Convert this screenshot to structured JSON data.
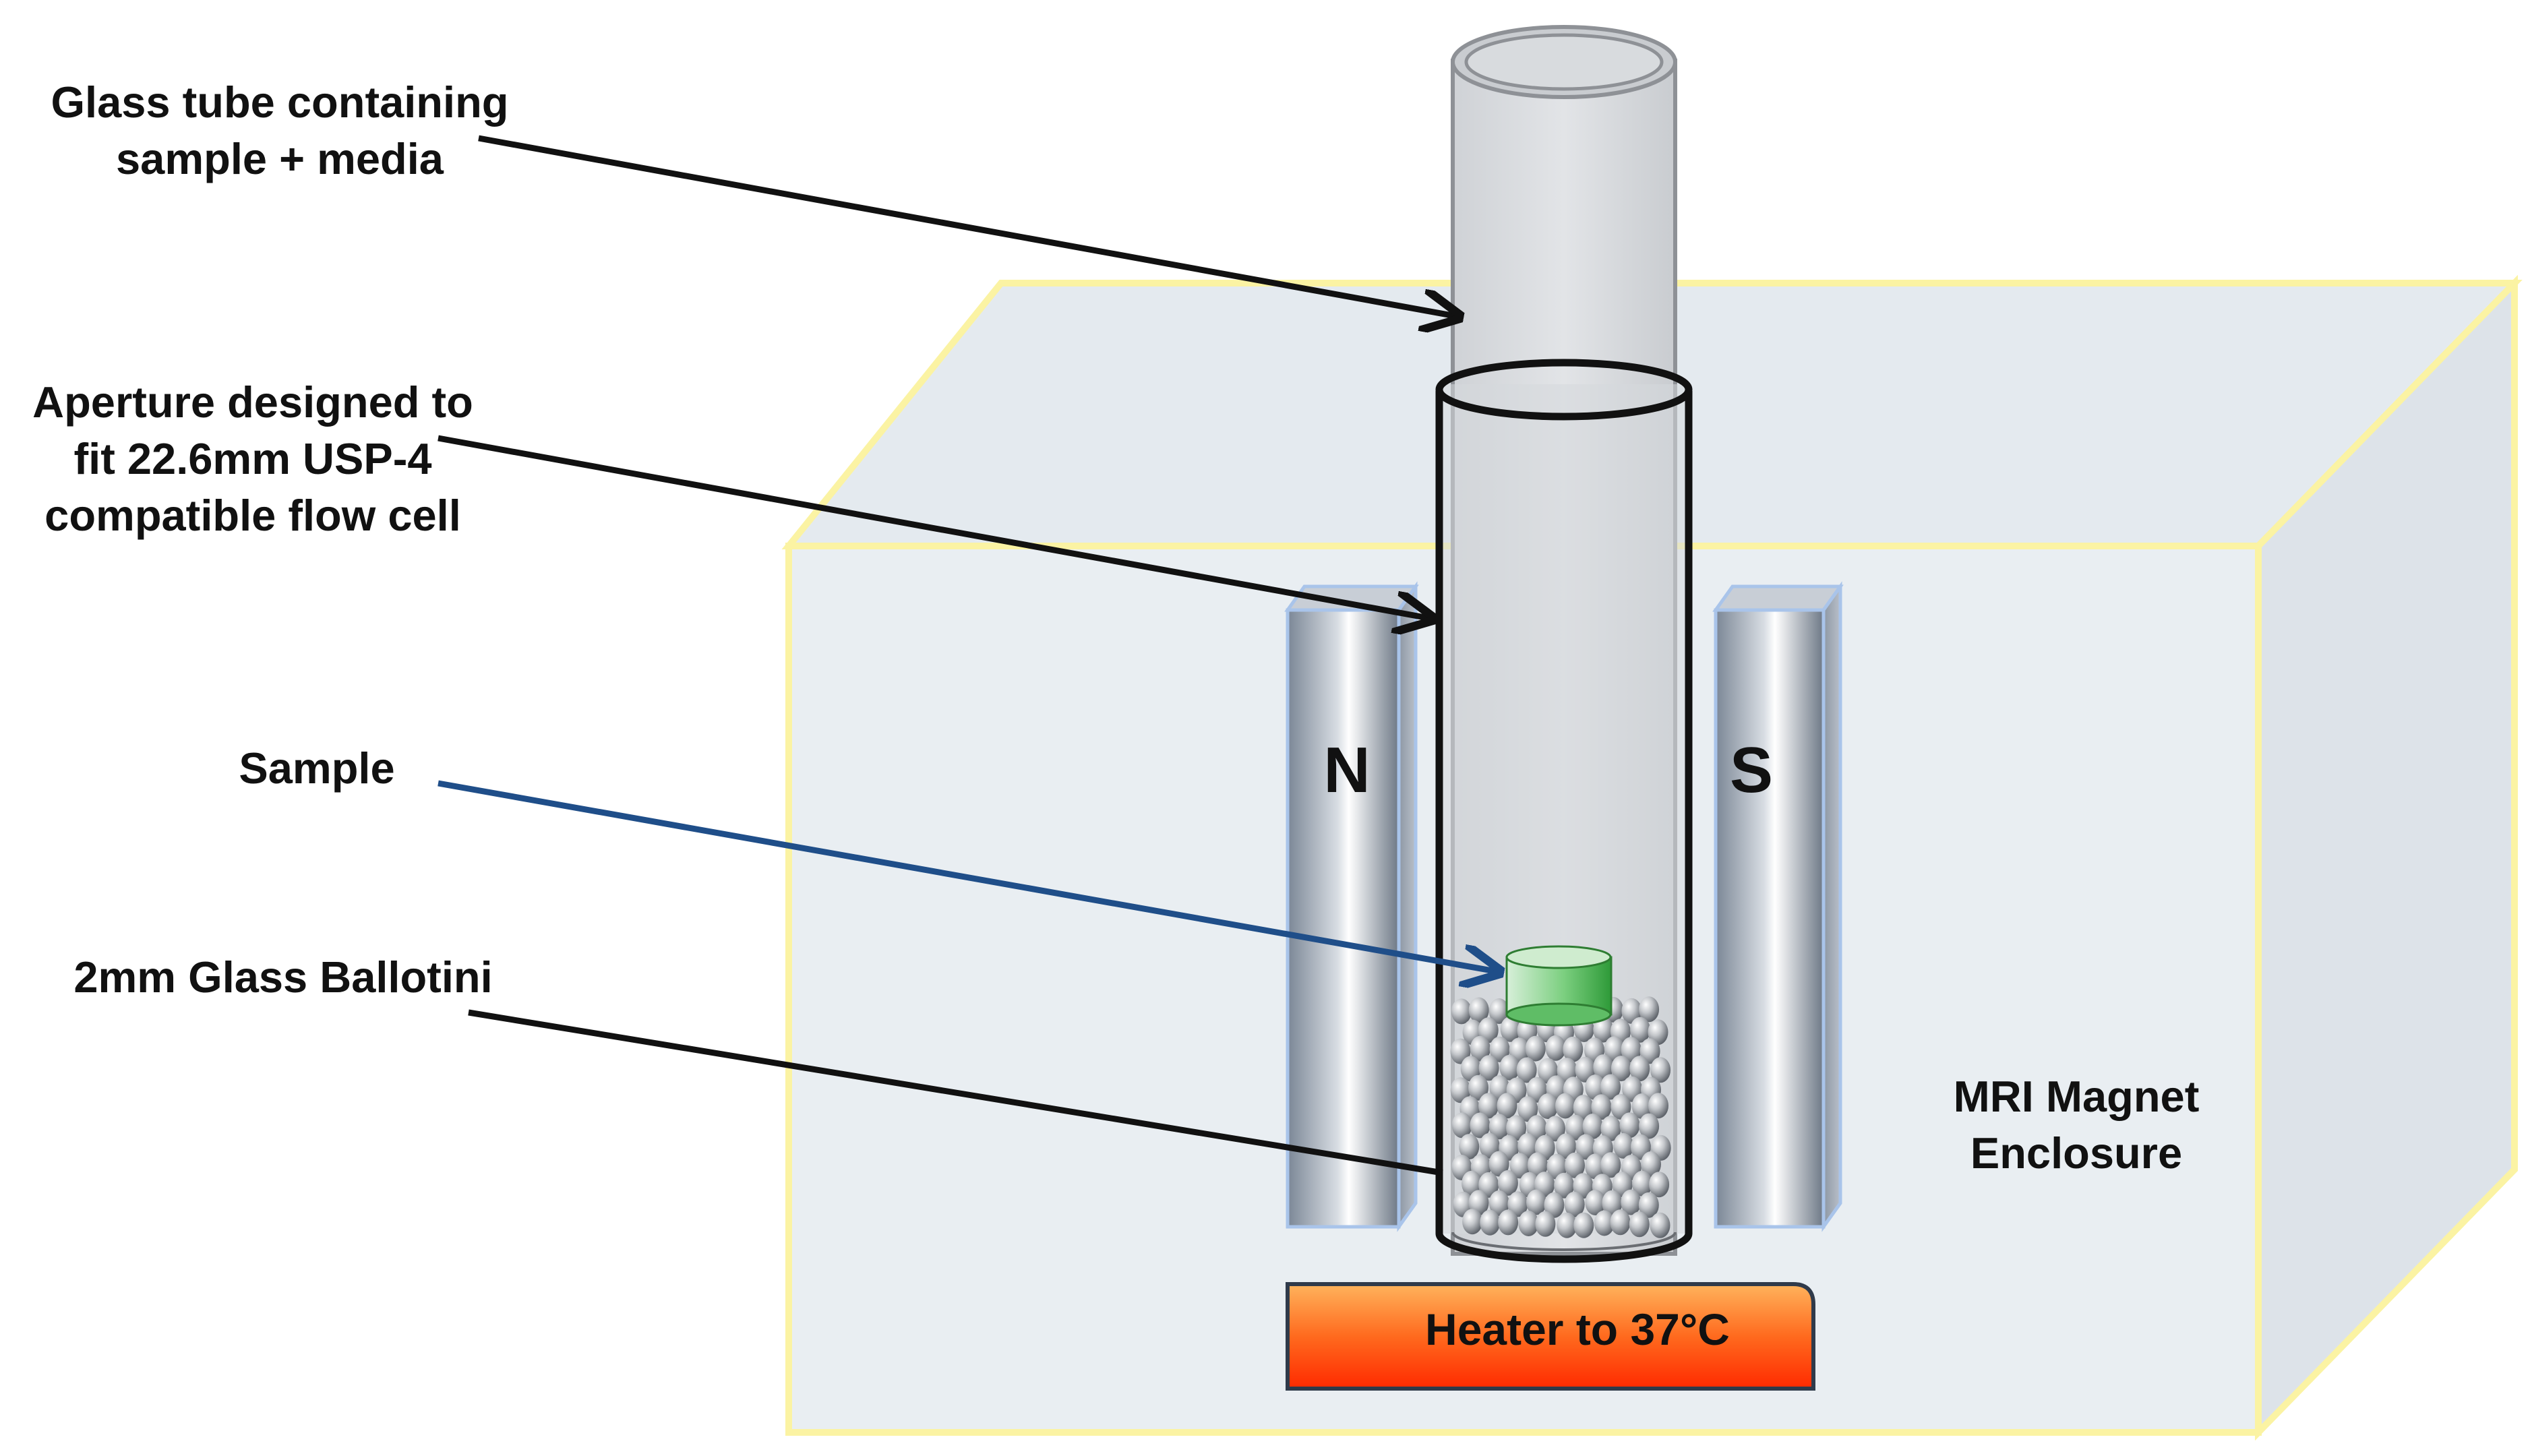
{
  "labels": {
    "glass_tube": [
      "Glass tube containing",
      "sample + media"
    ],
    "aperture": [
      "Aperture designed to",
      "fit 22.6mm  USP-4",
      "compatible flow cell"
    ],
    "sample": "Sample",
    "ballotini": "2mm Glass Ballotini",
    "enclosure": [
      "MRI Magnet",
      "Enclosure"
    ],
    "heater": "Heater to 37°C",
    "pole_north": "N",
    "pole_south": "S"
  },
  "colors": {
    "enclosure_fill": "#e9eef2",
    "enclosure_edge": "#fdf6a6",
    "heater_fill": "#ff5a1a",
    "heater_glow": "#ff2a00",
    "sample_fill": "#58c060",
    "sample_arrow": "#1f4e89",
    "callout_arrow": "#111111"
  }
}
